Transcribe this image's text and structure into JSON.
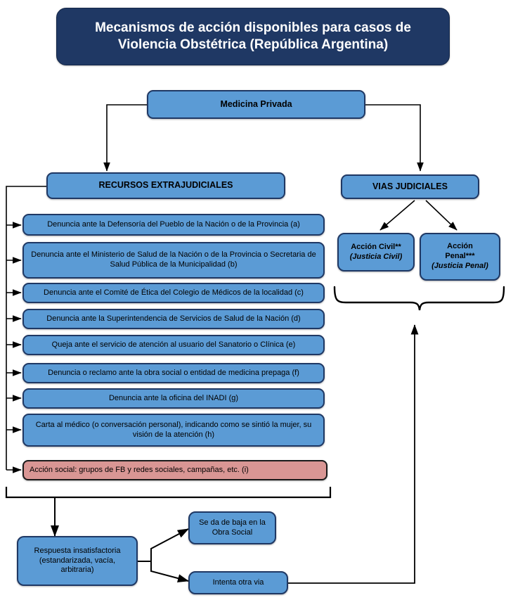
{
  "diagram": {
    "title": "Mecanismos de acción disponibles para casos de Violencia Obstétrica (República Argentina)",
    "title_line1": "Mecanismos de acción disponibles para casos de",
    "title_line2": "Violencia Obstétrica (República Argentina)",
    "root": "Medicina Privada",
    "branches": {
      "extrajudicial": "RECURSOS EXTRAJUDICIALES",
      "judicial": "VIAS JUDICIALES"
    },
    "extrajudicial_items": [
      {
        "id": "a",
        "label": "Denuncia ante la Defensoría del Pueblo de la Nación o de la Provincia (a)",
        "color": "#5B9BD5"
      },
      {
        "id": "b",
        "label": "Denuncia ante el Ministerio de Salud de la Nación o  de la Provincia o Secretaria de Salud Pública de la Municipalidad (b)",
        "color": "#5B9BD5"
      },
      {
        "id": "c",
        "label": "Denuncia ante el Comité de Ética del Colegio de Médicos de la localidad (c)",
        "color": "#5B9BD5"
      },
      {
        "id": "d",
        "label": "Denuncia ante la Superintendencia de Servicios de Salud de la Nación (d)",
        "color": "#5B9BD5"
      },
      {
        "id": "e",
        "label": "Queja ante el servicio de atención al usuario del Sanatorio o Clínica (e)",
        "color": "#5B9BD5"
      },
      {
        "id": "f",
        "label": "Denuncia  o reclamo ante  la obra social o entidad de medicina prepaga  (f)",
        "color": "#5B9BD5"
      },
      {
        "id": "g",
        "label": "Denuncia  ante la oficina del INADI (g)",
        "color": "#5B9BD5"
      },
      {
        "id": "h",
        "label": "Carta al médico (o conversación personal), indicando como se sintió la mujer, su visión de la atención  (h)",
        "color": "#5B9BD5"
      },
      {
        "id": "i",
        "label": "Acción social: grupos de FB y redes sociales, campañas, etc. (i)",
        "color": "#D99694"
      }
    ],
    "judicial_items": [
      {
        "id": "civil",
        "label": "Acción Civil**",
        "sub": "(Justicia Civil)"
      },
      {
        "id": "penal",
        "label": "Acción\nPenal***",
        "sub": "(Justicia Penal)"
      }
    ],
    "outcomes": {
      "unsatisfactory": "Respuesta insatisfactoria (estandarizada, vacía, arbitraria)",
      "unsatisfactory_lines": "Respuesta insatisfactoria\n(estandarizada, vacía,\narbitraria)",
      "drop_coverage": "Se da de baja en la\nObra Social",
      "other_route": "Intenta otra via"
    },
    "colors": {
      "title_fill": "#1F3864",
      "node_fill": "#5B9BD5",
      "node_border": "#1F3864",
      "social_fill": "#D99694",
      "background": "#FFFFFF",
      "edge": "#000000"
    }
  }
}
